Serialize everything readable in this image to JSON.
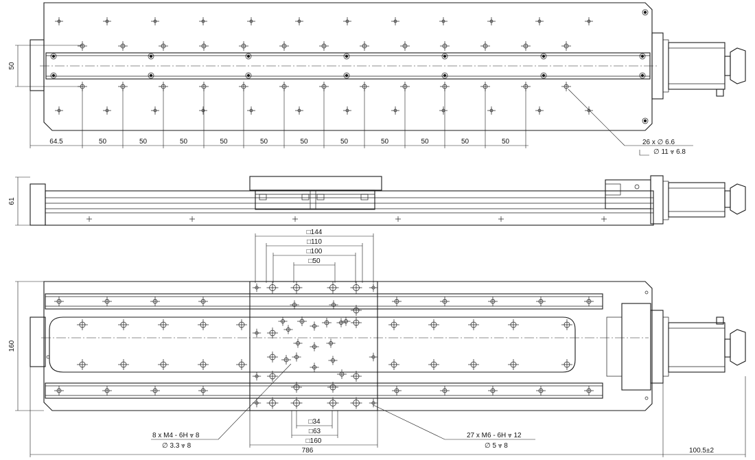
{
  "top_view": {
    "height_dim": "50",
    "first_spacing": "64.5",
    "pitch_label": "50",
    "pitch_count": 11,
    "hole_callout_line1": "26 x ∅ 6.6",
    "hole_callout_line2": "∅ 11 ⩔ 6.8"
  },
  "side_view": {
    "height_dim": "61"
  },
  "bottom_view": {
    "height_dim": "160",
    "carriage_dims": [
      "□144",
      "□110",
      "□100",
      "□50"
    ],
    "carriage_dims_lower": [
      "□34",
      "□63",
      "□160"
    ],
    "total_length": "786",
    "motor_length": "100.5±2",
    "callout_left_line1": "8 x  M4 - 6H ⩔ 8",
    "callout_left_line2": "∅ 3.3 ⩔ 8",
    "callout_right_line1": "27 x  M6 - 6H ⩔ 12",
    "callout_right_line2": "∅ 5 ⩔ 8"
  }
}
